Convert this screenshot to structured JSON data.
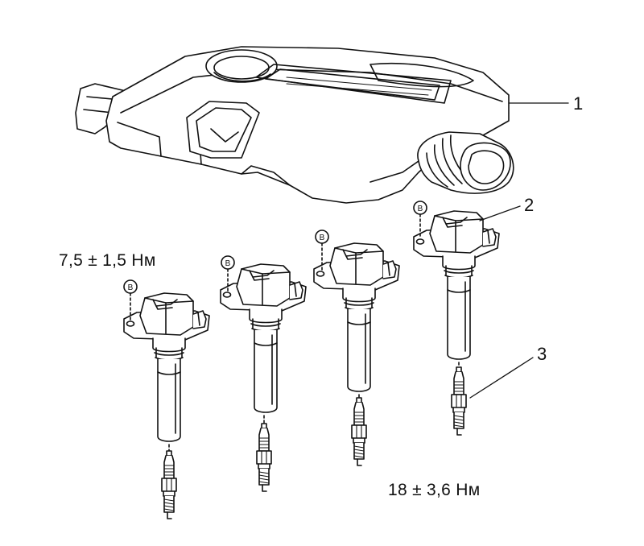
{
  "callouts": {
    "engine_cover": "1",
    "ignition_coil": "2",
    "spark_plug": "3"
  },
  "torque": {
    "coil_bolt": "7,5 ± 1,5 Нм",
    "spark_plug": "18 ± 3,6 Нм"
  },
  "bolt_marker": "B",
  "colors": {
    "line": "#111111",
    "background": "#ffffff"
  }
}
